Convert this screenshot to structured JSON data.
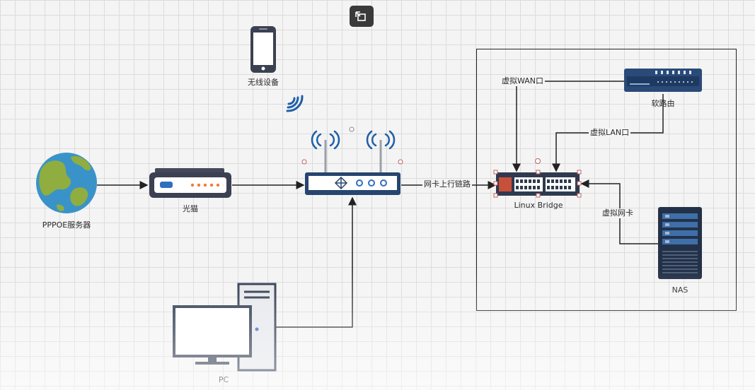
{
  "nodes": {
    "phone": {
      "label": "无线设备"
    },
    "server": {
      "label": "PPPOE服务器"
    },
    "modem": {
      "label": "光猫"
    },
    "bridge": {
      "label": "Linux Bridge"
    },
    "soft_router": {
      "label": "软路由"
    },
    "nas": {
      "label": "NAS"
    },
    "pc": {
      "label": "PC"
    }
  },
  "edges": {
    "uplink": {
      "label": "网卡上行链路"
    },
    "virtual_wan": {
      "label": "虚拟WAN口"
    },
    "virtual_lan": {
      "label": "虚拟LAN口"
    },
    "virtual_nic": {
      "label": "虚拟网卡"
    }
  },
  "colors": {
    "device_dark": "#2f3a4e",
    "globe_ocean": "#3a93c8",
    "globe_land": "#8fae3f",
    "router_blue": "#27456f",
    "wifi_blue": "#1f5fa8",
    "modem_orange": "#f07c3a"
  },
  "toolbar": {
    "icon": "collapse-icon"
  }
}
